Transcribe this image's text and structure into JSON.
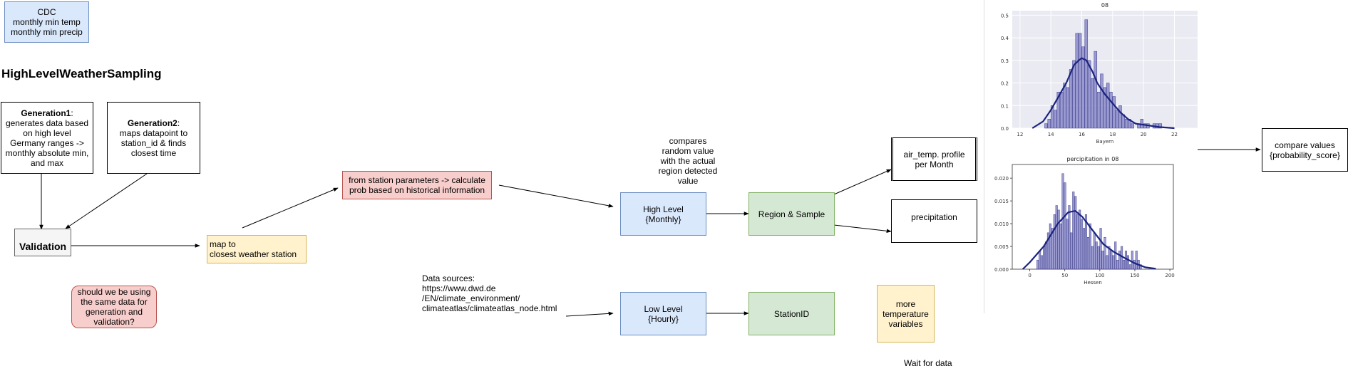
{
  "cdc": {
    "title": "CDC",
    "line1": "monthly min temp",
    "line2": "monthly min precip"
  },
  "heading": "HighLevelWeatherSampling",
  "gen1": {
    "title": "Generation1",
    "text": "generates data based on high level Germany ranges -> monthly absolute min, and max"
  },
  "gen2": {
    "title": "Generation2",
    "text": "maps datapoint to station_id & finds closest time"
  },
  "validation": "Validation",
  "question": "should we be using the same data for generation and validation?",
  "map_station": {
    "line1": "map to",
    "line2": "closest weather station"
  },
  "prob": {
    "line1": "from station parameters -> calculate",
    "line2": "prob based on historical information"
  },
  "compares": "compares random value with the actual region detected value",
  "high_level": {
    "line1": "High Level",
    "line2": "{Monthly}"
  },
  "region_sample": "Region & Sample",
  "air_temp": {
    "line1": "air_temp. profile",
    "line2": "per Month"
  },
  "precip_box": "precipitation",
  "data_sources": {
    "line1": "Data sources:",
    "line2": "https://www.dwd.de",
    "line3": "/EN/climate_environment/",
    "line4": "climateatlas/climateatlas_node.html"
  },
  "low_level": {
    "line1": "Low Level",
    "line2": "{Hourly}"
  },
  "station_id": "StationID",
  "more_temp": {
    "line1": "more",
    "line2": "temperature",
    "line3": "variables"
  },
  "wait": "Wait for data",
  "compare_values": {
    "line1": "compare values",
    "line2": "{probability_score}"
  },
  "chart_data": [
    {
      "type": "bar",
      "title": "08",
      "xlabel": "Bayern",
      "xlim": [
        11.5,
        23.5
      ],
      "ylim": [
        0,
        0.52
      ],
      "xticks": [
        "12",
        "14",
        "16",
        "18",
        "20",
        "22"
      ],
      "yticks": [
        "0.0",
        "0.1",
        "0.2",
        "0.3",
        "0.4",
        "0.5"
      ],
      "grid": true,
      "bin_width": 0.2,
      "x": [
        13.6,
        13.8,
        14.0,
        14.2,
        14.4,
        14.6,
        14.8,
        15.0,
        15.2,
        15.4,
        15.6,
        15.8,
        16.0,
        16.2,
        16.4,
        16.6,
        16.8,
        17.0,
        17.2,
        17.4,
        17.6,
        17.8,
        18.0,
        18.2,
        18.4,
        18.6,
        18.8,
        19.0,
        19.2,
        19.6,
        19.8,
        20.0,
        20.2,
        20.6,
        20.8,
        21.0
      ],
      "values": [
        0.02,
        0.04,
        0.1,
        0.08,
        0.16,
        0.16,
        0.2,
        0.18,
        0.26,
        0.3,
        0.42,
        0.42,
        0.36,
        0.48,
        0.3,
        0.22,
        0.34,
        0.16,
        0.24,
        0.18,
        0.2,
        0.16,
        0.14,
        0.08,
        0.1,
        0.06,
        0.04,
        0.04,
        0.02,
        0.02,
        0.04,
        0.02,
        0.02,
        0.02,
        0.02,
        0.02
      ],
      "kde": [
        [
          12.8,
          0.0
        ],
        [
          13.5,
          0.03
        ],
        [
          14.0,
          0.08
        ],
        [
          14.5,
          0.14
        ],
        [
          15.0,
          0.2
        ],
        [
          15.5,
          0.28
        ],
        [
          15.8,
          0.3
        ],
        [
          16.0,
          0.31
        ],
        [
          16.3,
          0.3
        ],
        [
          16.7,
          0.25
        ],
        [
          17.0,
          0.2
        ],
        [
          17.5,
          0.15
        ],
        [
          18.0,
          0.11
        ],
        [
          18.5,
          0.07
        ],
        [
          19.0,
          0.04
        ],
        [
          19.5,
          0.02
        ],
        [
          20.0,
          0.015
        ],
        [
          21.0,
          0.005
        ],
        [
          22.0,
          0.0
        ]
      ]
    },
    {
      "type": "bar",
      "title": "percipitation in 08",
      "xlabel": "Hessen",
      "xlim": [
        -25,
        205
      ],
      "ylim": [
        0,
        0.023
      ],
      "xticks": [
        "0",
        "50",
        "100",
        "150",
        "200"
      ],
      "yticks": [
        "0.000",
        "0.005",
        "0.010",
        "0.015",
        "0.020"
      ],
      "grid": false,
      "bin_width": 3,
      "x": [
        10,
        13,
        16,
        19,
        22,
        25,
        28,
        31,
        34,
        37,
        40,
        43,
        46,
        49,
        52,
        55,
        58,
        61,
        64,
        67,
        70,
        73,
        76,
        79,
        82,
        85,
        88,
        91,
        94,
        97,
        100,
        103,
        106,
        109,
        112,
        115,
        118,
        121,
        124,
        127,
        130,
        133,
        136,
        139,
        142,
        145,
        148,
        151,
        154,
        157
      ],
      "values": [
        0.002,
        0.004,
        0.003,
        0.005,
        0.006,
        0.008,
        0.01,
        0.009,
        0.012,
        0.014,
        0.013,
        0.01,
        0.021,
        0.019,
        0.011,
        0.014,
        0.008,
        0.017,
        0.016,
        0.012,
        0.013,
        0.011,
        0.009,
        0.012,
        0.007,
        0.01,
        0.005,
        0.008,
        0.006,
        0.005,
        0.009,
        0.004,
        0.007,
        0.003,
        0.005,
        0.004,
        0.003,
        0.006,
        0.002,
        0.004,
        0.005,
        0.002,
        0.004,
        0.003,
        0.001,
        0.004,
        0.002,
        0.004,
        0.002,
        0.001
      ],
      "kde": [
        [
          -10,
          0.0
        ],
        [
          0,
          0.0015
        ],
        [
          20,
          0.005
        ],
        [
          40,
          0.01
        ],
        [
          55,
          0.0125
        ],
        [
          65,
          0.0128
        ],
        [
          75,
          0.0115
        ],
        [
          90,
          0.0085
        ],
        [
          105,
          0.0055
        ],
        [
          120,
          0.0038
        ],
        [
          135,
          0.0025
        ],
        [
          150,
          0.0013
        ],
        [
          165,
          0.0004
        ],
        [
          180,
          0.0001
        ]
      ]
    }
  ]
}
